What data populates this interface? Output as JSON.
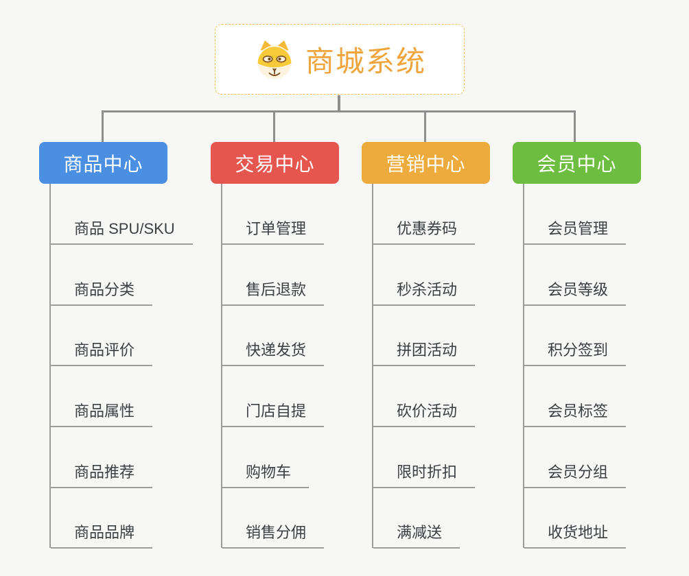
{
  "root": {
    "title": "商城系统",
    "icon": "dog-icon"
  },
  "colors": {
    "background": "#f7f7f6",
    "connector": "#8e8e8e",
    "leaf_line": "#9b9b9b",
    "root_text": "#f0a43c",
    "root_border": "#f6bd53",
    "branch_product": "#4b8fe2",
    "branch_trade": "#e5564f",
    "branch_marketing": "#edaa3d",
    "branch_member": "#6dbd41"
  },
  "branches": [
    {
      "label": "商品中心",
      "color": "#4b8fe2",
      "items": [
        "商品 SPU/SKU",
        "商品分类",
        "商品评价",
        "商品属性",
        "商品推荐",
        "商品品牌"
      ]
    },
    {
      "label": "交易中心",
      "color": "#e5564f",
      "items": [
        "订单管理",
        "售后退款",
        "快递发货",
        "门店自提",
        "购物车",
        "销售分佣"
      ]
    },
    {
      "label": "营销中心",
      "color": "#edaa3d",
      "items": [
        "优惠券码",
        "秒杀活动",
        "拼团活动",
        "砍价活动",
        "限时折扣",
        "满减送"
      ]
    },
    {
      "label": "会员中心",
      "color": "#6dbd41",
      "items": [
        "会员管理",
        "会员等级",
        "积分签到",
        "会员标签",
        "会员分组",
        "收货地址"
      ]
    }
  ]
}
